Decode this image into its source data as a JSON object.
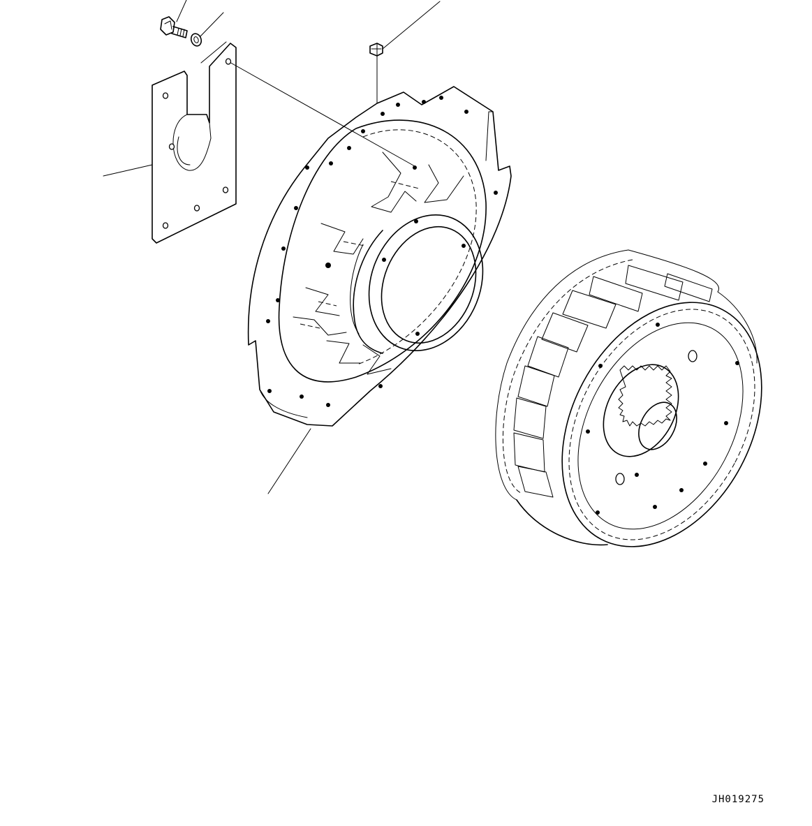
{
  "diagram": {
    "drawing_code": "JH019275",
    "parts": [
      {
        "name": "bolt"
      },
      {
        "name": "washer"
      },
      {
        "name": "plug"
      },
      {
        "name": "cover-plate"
      },
      {
        "name": "flywheel-housing"
      },
      {
        "name": "flywheel"
      }
    ],
    "colors": {
      "line": "#000000",
      "background": "#ffffff"
    }
  }
}
